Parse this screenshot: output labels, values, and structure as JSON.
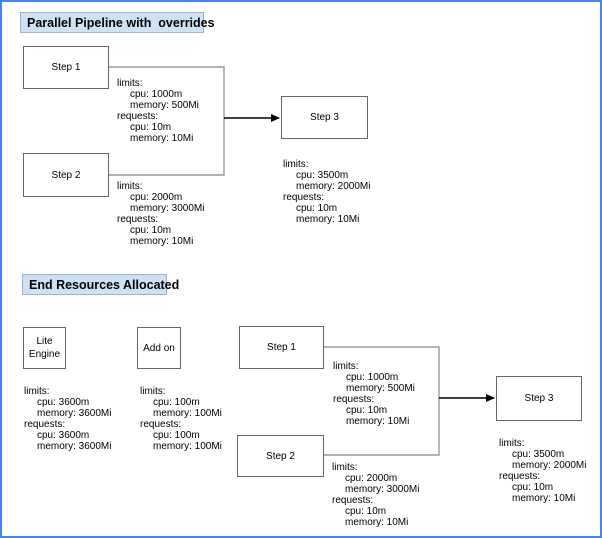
{
  "colors": {
    "canvas_border": "#4285f4",
    "title_fill": "#cfe2f3",
    "title_border": "#9cb4cf",
    "node_border": "#666666",
    "connector_line": "#999999",
    "arrow": "#000000"
  },
  "sections": [
    {
      "title": "Parallel Pipeline with  overrides",
      "nodes": [
        {
          "label_lines": [
            "Step 1"
          ]
        },
        {
          "label_lines": [
            "Step 2"
          ]
        },
        {
          "label_lines": [
            "Step 3"
          ]
        }
      ],
      "annotations": [
        {
          "for": "step-1",
          "lines": [
            "limits:",
            "cpu: 1000m",
            "memory: 500Mi",
            "requests:",
            "cpu: 10m",
            "memory: 10Mi"
          ]
        },
        {
          "for": "step-2",
          "lines": [
            "limits:",
            "cpu: 2000m",
            "memory: 3000Mi",
            "requests:",
            "cpu: 10m",
            "memory: 10Mi"
          ]
        },
        {
          "for": "step-3",
          "lines": [
            "limits:",
            "cpu: 3500m",
            "memory: 2000Mi",
            "requests:",
            "cpu: 10m",
            "memory: 10Mi"
          ]
        }
      ]
    },
    {
      "title": "End Resources Allocated",
      "nodes": [
        {
          "label_lines": [
            "Lite",
            "Engine"
          ]
        },
        {
          "label_lines": [
            "Add on"
          ]
        },
        {
          "label_lines": [
            "Step 1"
          ]
        },
        {
          "label_lines": [
            "Step 2"
          ]
        },
        {
          "label_lines": [
            "Step 3"
          ]
        }
      ],
      "annotations": [
        {
          "for": "lite-engine",
          "lines": [
            "limits:",
            "cpu: 3600m",
            "memory: 3600Mi",
            "requests:",
            "cpu: 3600m",
            "memory: 3600Mi"
          ]
        },
        {
          "for": "add-on",
          "lines": [
            "limits:",
            "cpu: 100m",
            "memory: 100Mi",
            "requests:",
            "cpu: 100m",
            "memory: 100Mi"
          ]
        },
        {
          "for": "step-1",
          "lines": [
            "limits:",
            "cpu: 1000m",
            "memory: 500Mi",
            "requests:",
            "cpu: 10m",
            "memory: 10Mi"
          ]
        },
        {
          "for": "step-2",
          "lines": [
            "limits:",
            "cpu: 2000m",
            "memory: 3000Mi",
            "requests:",
            "cpu: 10m",
            "memory: 10Mi"
          ]
        },
        {
          "for": "step-3",
          "lines": [
            "limits:",
            "cpu: 3500m",
            "memory: 2000Mi",
            "requests:",
            "cpu: 10m",
            "memory: 10Mi"
          ]
        }
      ]
    }
  ]
}
